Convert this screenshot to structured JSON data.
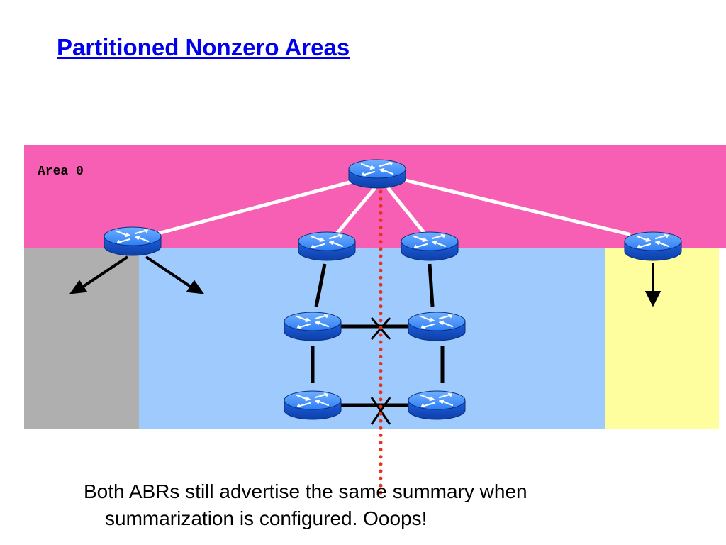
{
  "title": "Partitioned Nonzero Areas",
  "area_label": "Area 0",
  "caption": {
    "line1": "Both ABRs still advertise the same summary when",
    "line2": "summarization is configured.  Ooops!"
  },
  "colors": {
    "area0": "#f75fb5",
    "area_left": "#afafaf",
    "area_center": "#9ecafe",
    "area_right": "#fefe9e",
    "partition_line": "#e8321e",
    "router_body": "#1a66ee"
  },
  "icons": {
    "router": "router-icon",
    "break": "link-break-icon",
    "arrow": "arrow-icon"
  }
}
